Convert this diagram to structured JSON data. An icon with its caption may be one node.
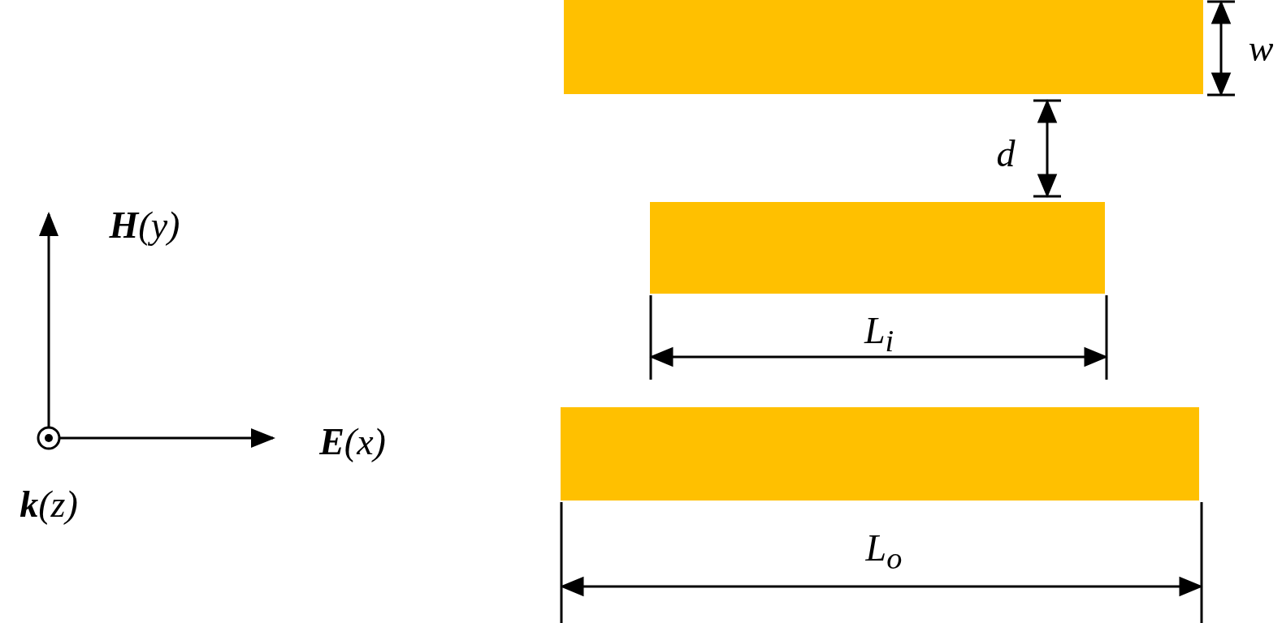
{
  "diagram": {
    "nodes": [
      {
        "text": [],
        "shape": "bar"
      },
      {
        "text": [],
        "shape": "bar"
      },
      {
        "text": [],
        "shape": "bar"
      }
    ],
    "labels": [
      "**H**(y)",
      "**E**(x)",
      "**k**(z)",
      "w",
      "d",
      "L$_{i}$",
      "L$_{o}$"
    ]
  }
}
